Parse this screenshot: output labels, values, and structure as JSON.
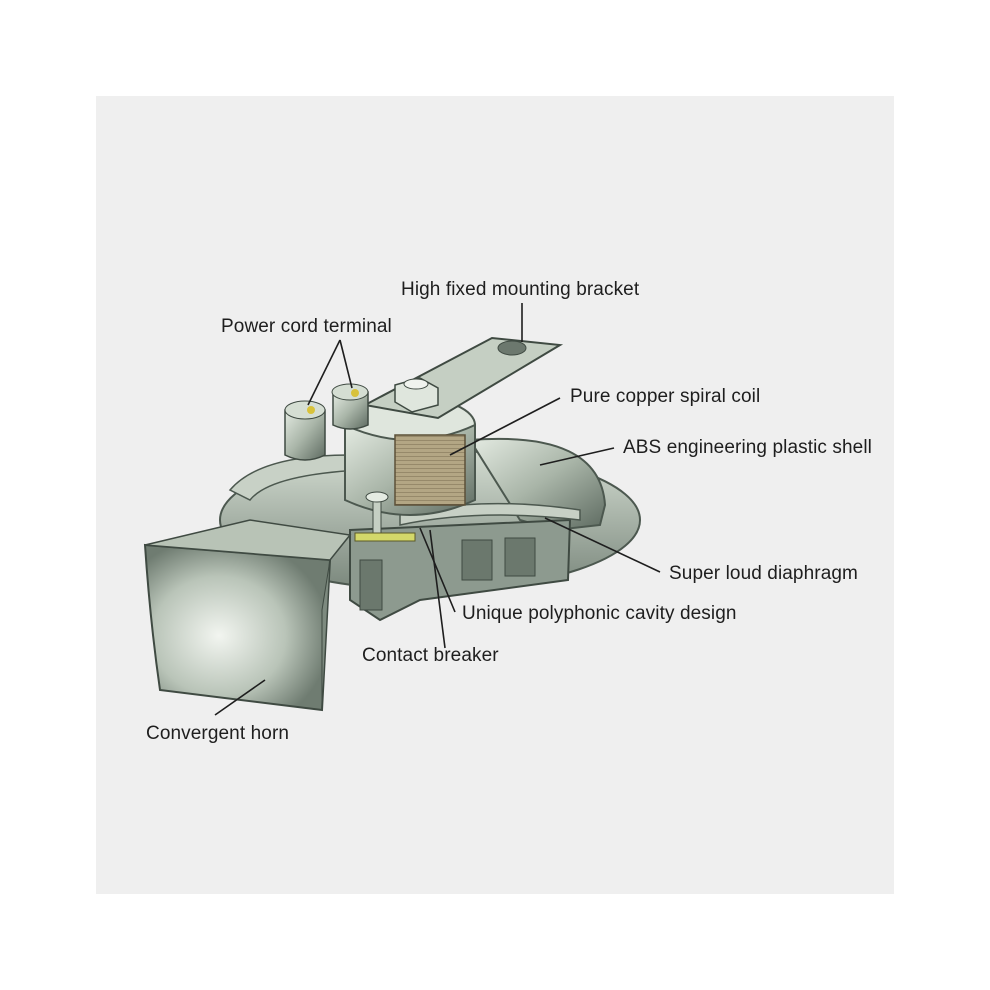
{
  "labels": {
    "mounting_bracket": "High fixed mounting bracket",
    "power_cord": "Power cord terminal",
    "copper_coil": "Pure copper spiral coil",
    "abs_shell": "ABS engineering plastic shell",
    "diaphragm": "Super loud diaphragm",
    "cavity": "Unique polyphonic cavity design",
    "contact_breaker": "Contact breaker",
    "horn": "Convergent horn"
  },
  "colors": {
    "background": "#ffffff",
    "panel": "#efefef",
    "body_metal": "#a9b5a8",
    "body_dark": "#5d6a60",
    "body_light": "#dfe6dd",
    "copper_coil": "#a89a7c",
    "brass": "#d8c23a",
    "leader_line": "#1e1e1e"
  },
  "icons": [
    "horn-cutaway-illustration"
  ]
}
